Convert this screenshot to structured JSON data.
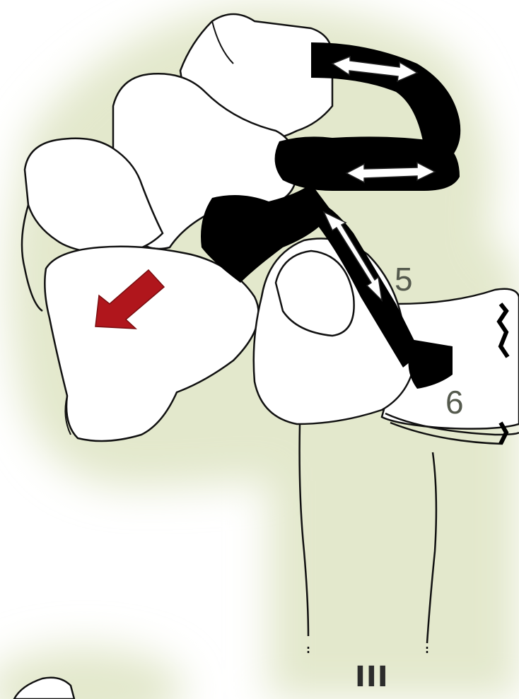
{
  "labels": {
    "ligament_5": "5",
    "ligament_6": "6",
    "panel_numeral": "III"
  },
  "colors": {
    "background_halo": "#e6ead3",
    "bone_fill": "#ffffff",
    "outline": "#111111",
    "ligament": "#000000",
    "arrow_red": "#b0161c",
    "label_text": "#555a4e"
  },
  "icons": {
    "direction_marker": "red-arrow-icon",
    "ligament_arrows": "double-arrow-icon"
  }
}
